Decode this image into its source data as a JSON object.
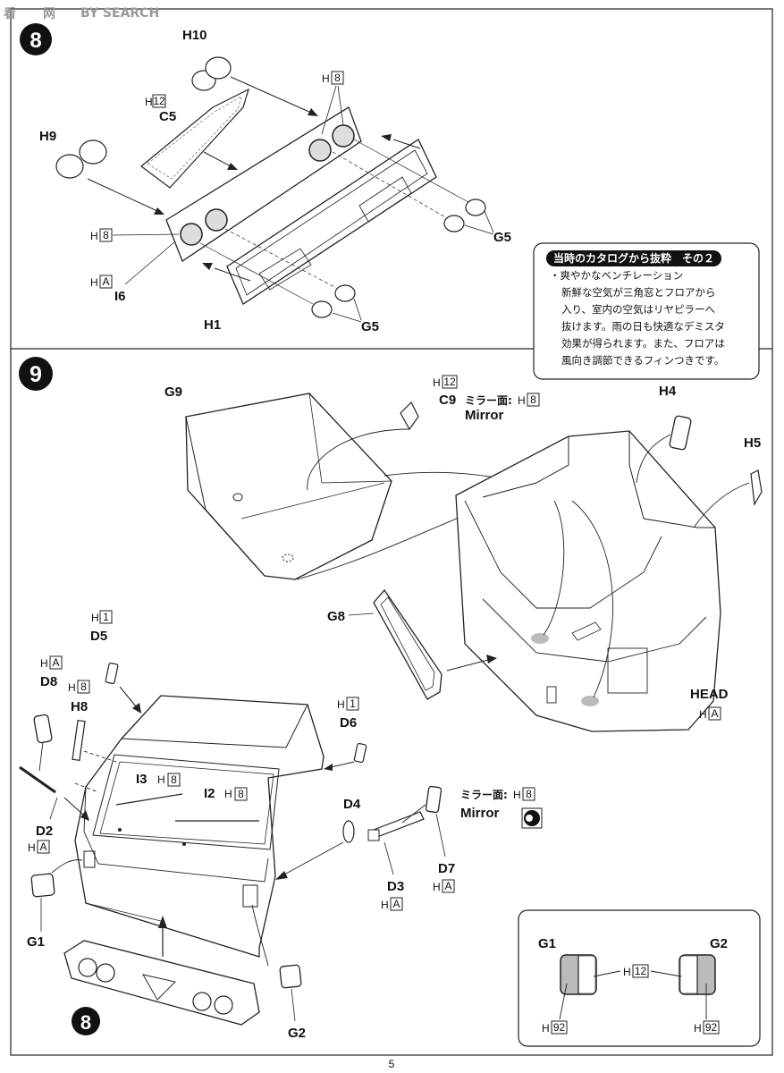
{
  "watermark": {
    "cn": "看",
    "rest": "BY SEARCH",
    "mid": "网"
  },
  "step8": {
    "number": "8",
    "labels": {
      "H10": "H10",
      "C5": "C5",
      "H9": "H9",
      "I6": "I6",
      "H1": "H1",
      "G5a": "G5",
      "G5b": "G5"
    },
    "codes": {
      "h_prefix": "H",
      "c5": "12",
      "top": "8",
      "left8": "8",
      "leftA": "A"
    }
  },
  "catalog": {
    "title": "当時のカタログから抜粋　その２",
    "lines": [
      "・爽やかなベンチレーション",
      "新鮮な空気が三角窓とフロアから",
      "入り、室内の空気はリヤピラーへ",
      "抜けます。雨の日も快適なデミスタ",
      "効果が得られます。また、フロアは",
      "風向き調節できるフィンつきです。"
    ]
  },
  "step9": {
    "number": "9",
    "labels": {
      "G9": "G9",
      "C9": "C9",
      "H4": "H4",
      "H5": "H5",
      "G8": "G8",
      "HEAD": "HEAD",
      "D5": "D5",
      "D8": "D8",
      "H8": "H8",
      "D6": "D6",
      "I3": "I3",
      "I2": "I2",
      "D4": "D4",
      "D2": "D2",
      "D3": "D3",
      "D7": "D7",
      "G1": "G1",
      "G2": "G2",
      "sub8": "8"
    },
    "codes": {
      "c9": "12",
      "mirror1": "8",
      "head": "A",
      "d5": "1",
      "d8": "A",
      "h8": "8",
      "d6": "1",
      "i3": "8",
      "i2": "8",
      "mirror2": "8",
      "d2": "A",
      "d3": "A",
      "d7": "A"
    },
    "mirror_jp": "ミラー面:",
    "mirror_en": "Mirror"
  },
  "detail": {
    "G1": "G1",
    "G2": "G2",
    "code_mid": "12",
    "code_g1": "92",
    "code_g2": "92"
  },
  "page_number": "5"
}
